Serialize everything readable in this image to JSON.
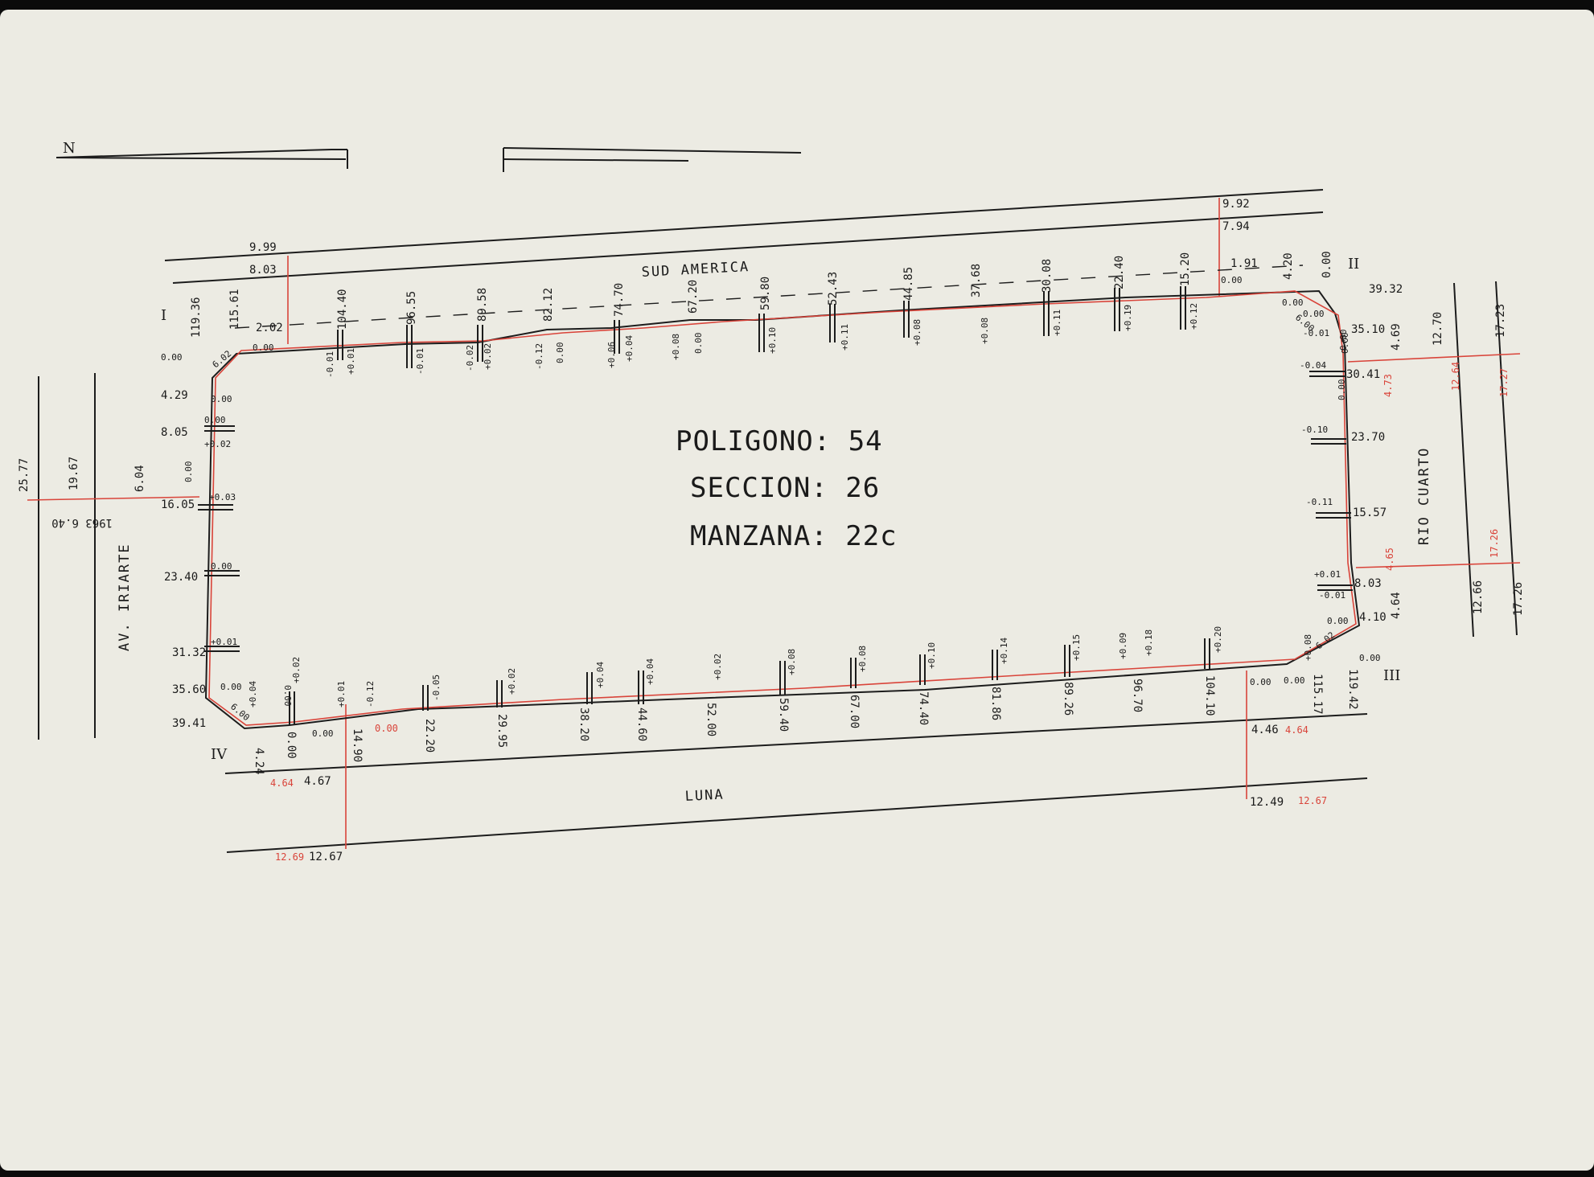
{
  "title_block": {
    "poligono": "POLIGONO: 54",
    "seccion": "SECCION: 26",
    "manzana": "MANZANA: 22c"
  },
  "streets": {
    "north": "SUD AMERICA",
    "south": "LUNA",
    "west": "AV. IRIARTE",
    "east": "RIO CUARTO"
  },
  "vertices": [
    "I",
    "II",
    "III",
    "IV"
  ],
  "north_arrow": "N",
  "top_offsets": [
    "9.99",
    "8.03",
    "9.92",
    "7.94",
    "1.91"
  ],
  "top_chainage": [
    "119.36",
    "115.61",
    "104.40",
    "96.55",
    "89.58",
    "82.12",
    "74.70",
    "67.20",
    "59.80",
    "52.43",
    "44.85",
    "37.68",
    "30.08",
    "22.40",
    "15.20",
    "4.20",
    "0.00"
  ],
  "top_corrections": [
    "-0.01",
    "+0.01",
    "-0.01",
    "-0.02",
    "+0.02",
    "-0.12",
    "0.00",
    "+0.06",
    "+0.04",
    "+0.08",
    "0.00",
    "+0.10",
    "+0.11",
    "+0.08",
    "+0.08",
    "+0.11",
    "+0.19",
    "+0.12"
  ],
  "top_misc": [
    "2.02",
    "0.00",
    "0.00",
    "0.00",
    "6.00",
    "0.00",
    "-0.01",
    "0.00"
  ],
  "left_chainage": [
    "0.00",
    "4.29",
    "8.05",
    "16.05",
    "23.40",
    "31.32",
    "35.60",
    "39.41"
  ],
  "left_corrections": [
    "6.02",
    "0.00",
    "0.00",
    "+0.02",
    "0.00",
    "+0.03",
    "0.00",
    "+0.01",
    "0.00",
    "6.00",
    "+0.04"
  ],
  "left_offsets": [
    "25.77",
    "19.67",
    "6.04",
    "1963 6.40"
  ],
  "right_chainage": [
    "39.32",
    "35.10",
    "30.41",
    "23.70",
    "15.57",
    "8.03",
    "4.10",
    "0.00"
  ],
  "right_corrections": [
    "0.00",
    "-0.04",
    "0.00",
    "-0.10",
    "-0.11",
    "+0.01",
    "-0.01",
    "0.00",
    "6.02"
  ],
  "right_offsets": [
    "4.69",
    "4.73",
    "12.70",
    "17.23",
    "17.27",
    "4.64",
    "4.65",
    "12.66",
    "17.26",
    "12.64",
    "17.26"
  ],
  "bottom_chainage": [
    "4.24",
    "0.00",
    "0.00",
    "14.90",
    "22.20",
    "29.95",
    "38.20",
    "44.60",
    "52.00",
    "59.40",
    "67.00",
    "74.40",
    "81.86",
    "89.26",
    "96.70",
    "104.10",
    "115.17",
    "119.42"
  ],
  "bottom_corrections": [
    "0.00",
    "+0.02",
    "+0.01",
    "-0.12",
    "-0.05",
    "+0.02",
    "+0.04",
    "+0.04",
    "+0.02",
    "+0.08",
    "+0.08",
    "+0.10",
    "+0.14",
    "+0.15",
    "+0.09",
    "+0.18",
    "+0.20",
    "+0.08",
    "0.00",
    "0.00"
  ],
  "bottom_offsets": [
    "4.64",
    "4.67",
    "12.69",
    "12.67",
    "4.46",
    "4.64",
    "12.49",
    "12.67",
    "0.00"
  ]
}
